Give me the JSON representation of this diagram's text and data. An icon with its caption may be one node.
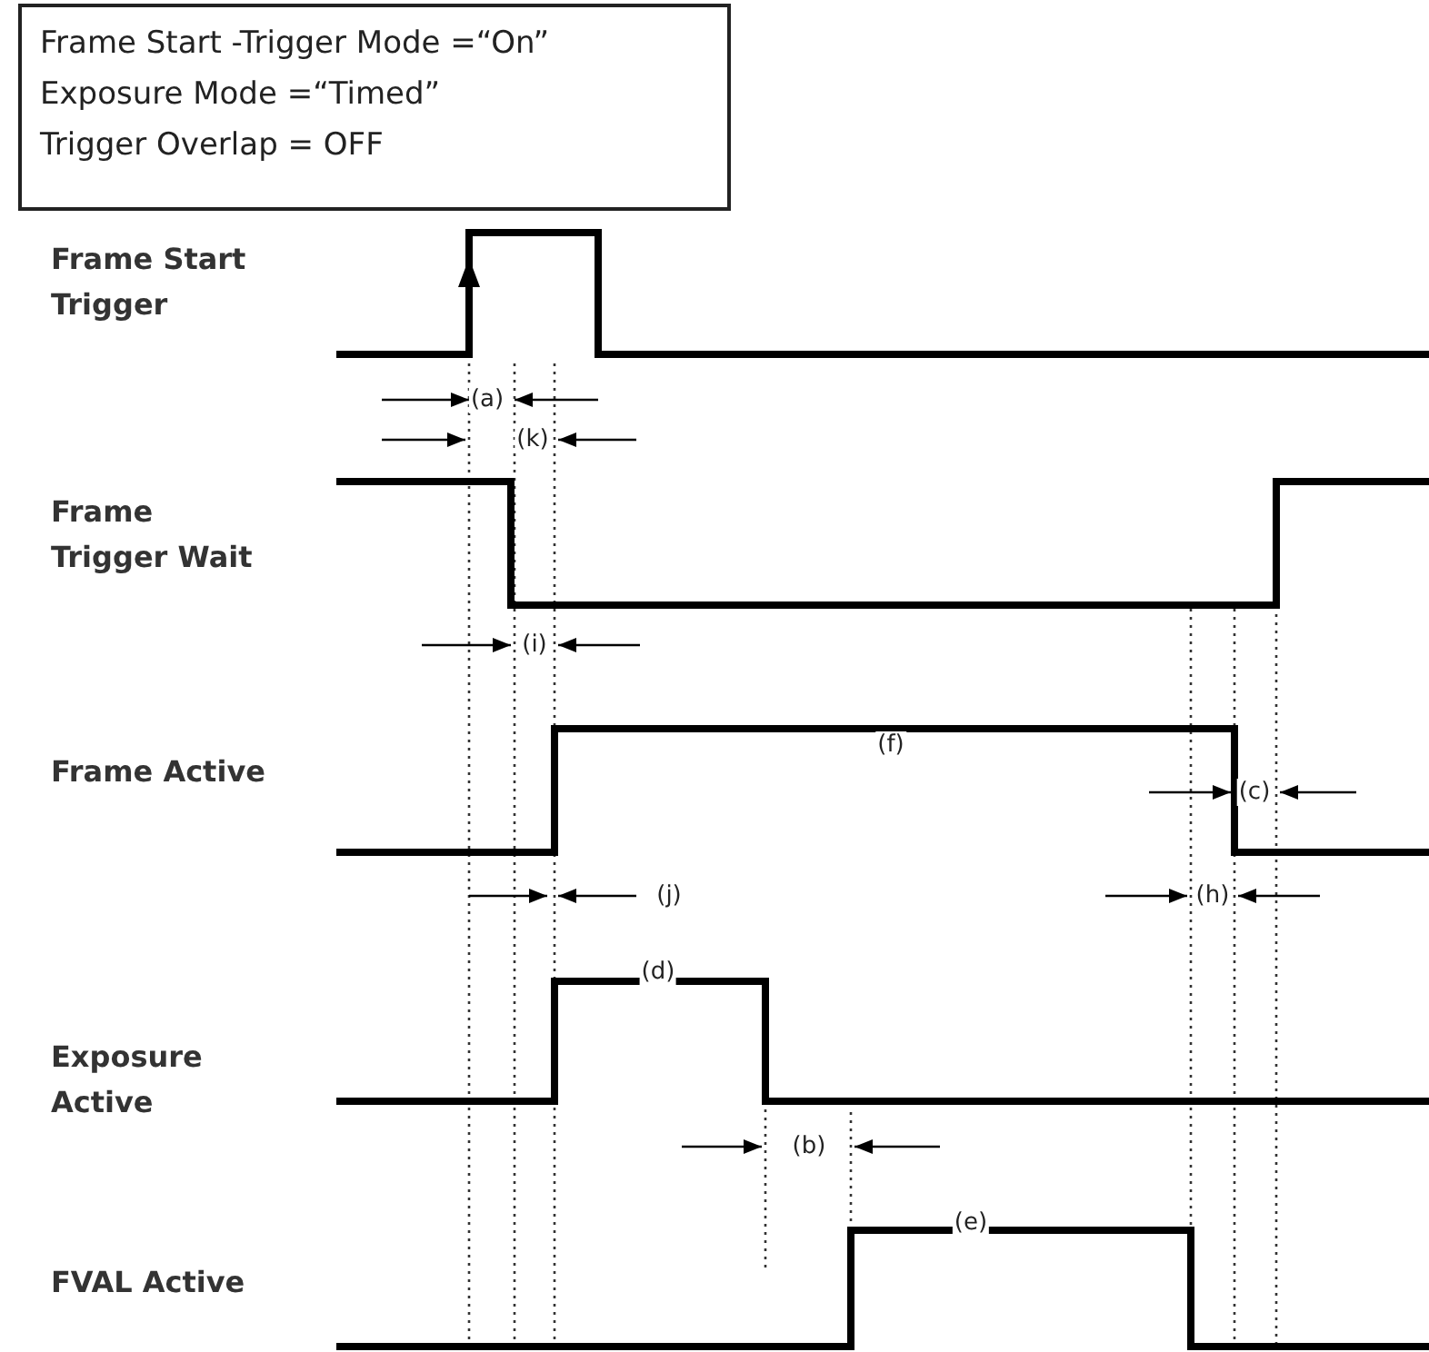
{
  "diagram": {
    "nodes": [
      {
        "text": [
          "Frame Start -Trigger Mode =“On”",
          "Exposure Mode =“Timed”",
          "Trigger Overlap = OFF"
        ]
      }
    ],
    "labels": [
      "Frame Start Trigger",
      "(a)",
      "(k)",
      "Frame Trigger Wait",
      "(i)",
      "(c)",
      "Frame Active",
      "(f)",
      "(j)",
      "(h)",
      "Exposure Active",
      "(d)",
      "(b)",
      "FVAL Active",
      "(e)"
    ]
  }
}
